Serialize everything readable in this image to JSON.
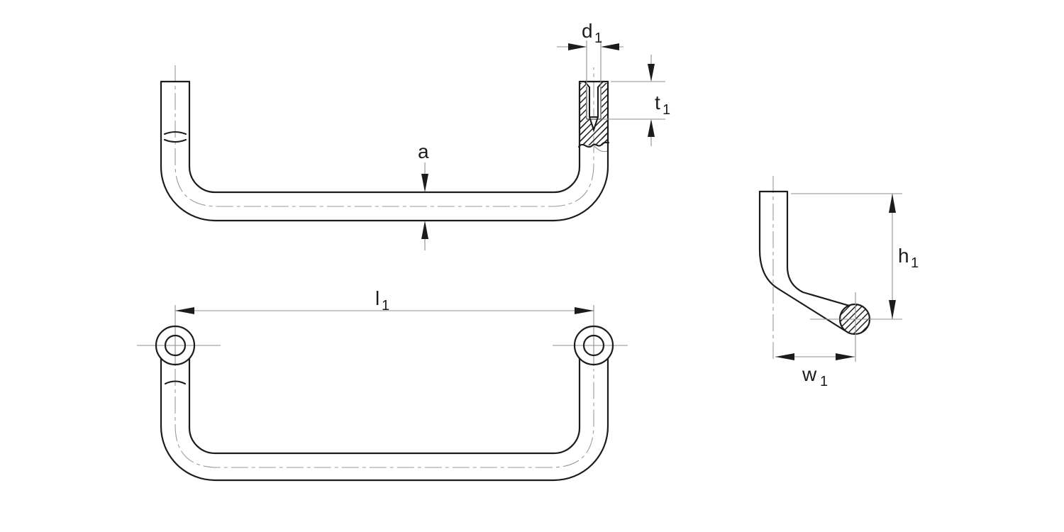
{
  "colors": {
    "background": "#ffffff",
    "outline": "#1c1c1c",
    "thin_line": "#8f8f8f",
    "centerline": "#9a9a9a",
    "text": "#1c1c1c"
  },
  "dimensions": {
    "d1": {
      "base": "d",
      "sub": "1"
    },
    "t1": {
      "base": "t",
      "sub": "1"
    },
    "a": {
      "base": "a",
      "sub": ""
    },
    "l1": {
      "base": "l",
      "sub": "1"
    },
    "h1": {
      "base": "h",
      "sub": "1"
    },
    "w1": {
      "base": "w",
      "sub": "1"
    }
  }
}
